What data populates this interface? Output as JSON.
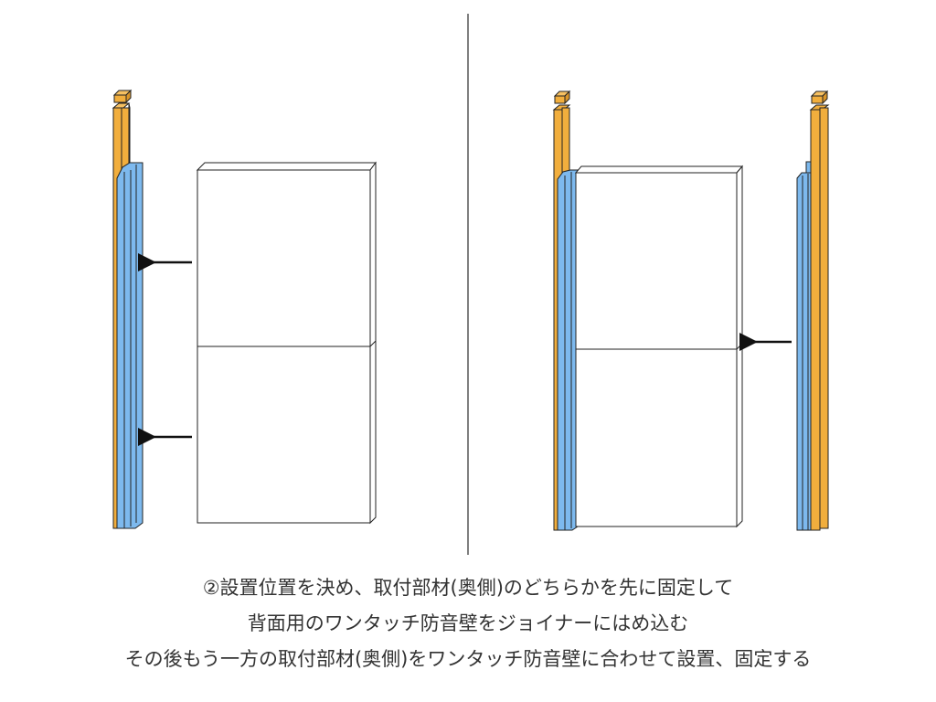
{
  "colors": {
    "rail": "#f1ae3d",
    "joiner": "#7db9ee",
    "stroke": "#222222",
    "divider": "#555555"
  },
  "caption": {
    "line1": "②設置位置を決め、取付部材(奥側)のどちらかを先に固定して",
    "line2": "背面用のワンタッチ防音壁をジョイナーにはめ込む",
    "line3": "その後もう一方の取付部材(奥側)をワンタッチ防音壁に合わせて設置、固定する"
  }
}
